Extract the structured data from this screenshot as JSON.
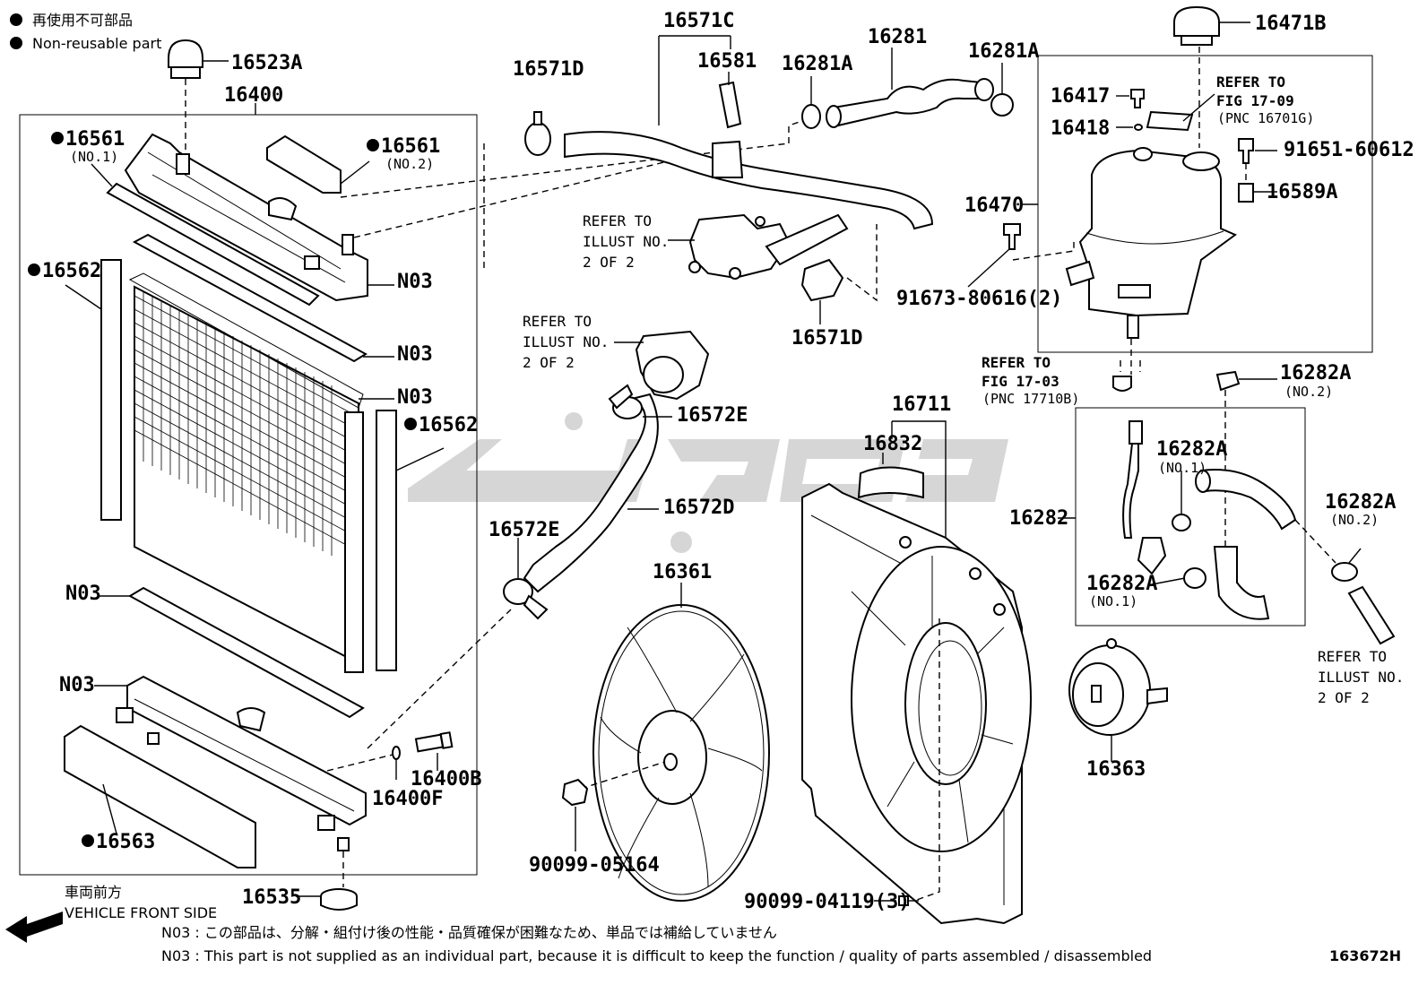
{
  "legend": {
    "symbol_label_jp": "再使用不可部品",
    "symbol_label_en": "Non-reusable part"
  },
  "labels": {
    "p16523A": "16523A",
    "p16400": "16400",
    "p16561a": "16561",
    "p16561a_sub": "(NO.1)",
    "p16561b": "16561",
    "p16561b_sub": "(NO.2)",
    "p16562a": "16562",
    "p16562b": "16562",
    "n03_1": "N03",
    "n03_2": "N03",
    "n03_3": "N03",
    "n03_4": "N03",
    "n03_5": "N03",
    "p16563": "16563",
    "p16535": "16535",
    "p16400F": "16400F",
    "p16400B": "16400B",
    "p16571C": "16571C",
    "p16571D_a": "16571D",
    "p16581": "16581",
    "p16281A_a": "16281A",
    "p16281": "16281",
    "p16281A_b": "16281A",
    "p16571D_b": "16571D",
    "p16572E_a": "16572E",
    "p16572D": "16572D",
    "p16572E_b": "16572E",
    "p16361": "16361",
    "p90099_05164": "90099-05164",
    "p16711": "16711",
    "p16832": "16832",
    "p90099_04119": "90099-04119(3)",
    "p16471B": "16471B",
    "p16417": "16417",
    "p16418": "16418",
    "p91651": "91651-60612",
    "p16589A": "16589A",
    "p16470": "16470",
    "p91673": "91673-80616(2)",
    "p16282A_top": "16282A",
    "p16282A_top_sub": "(NO.2)",
    "p16282": "16282",
    "p16282A_no1a": "16282A",
    "p16282A_no1a_sub": "(NO.1)",
    "p16282A_no1b": "16282A",
    "p16282A_no1b_sub": "(NO.1)",
    "p16282A_right": "16282A",
    "p16282A_right_sub": "(NO.2)",
    "p16363": "16363",
    "fig_id": "163672H"
  },
  "references": {
    "illust_a": [
      "REFER TO",
      "ILLUST NO.",
      "2 OF 2"
    ],
    "illust_b": [
      "REFER TO",
      "ILLUST NO.",
      "2 OF 2"
    ],
    "illust_c": [
      "REFER TO",
      "ILLUST NO.",
      "2 OF 2"
    ],
    "fig1709": [
      "REFER TO",
      "FIG 17-09",
      "(PNC 16701G)"
    ],
    "fig1703": [
      "REFER TO",
      "FIG 17-03",
      "(PNC 17710B)"
    ]
  },
  "direction": {
    "jp": "車両前方",
    "en": "VEHICLE FRONT SIDE"
  },
  "notes": {
    "jp": "N03 : この部品は、分解・組付け後の性能・品質確保が困難なため、単品では補給していません",
    "en": "N03 : This part is not supplied as an individual part, because it is difficult to keep the function / quality of parts assembled / disassembled"
  }
}
